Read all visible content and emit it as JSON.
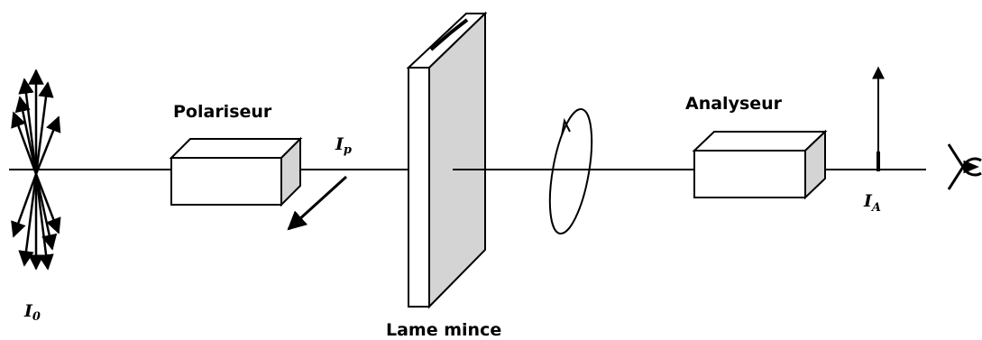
{
  "labels": {
    "polariseur": "Polariseur",
    "analyseur": "Analyseur",
    "lame": "Lame mince",
    "i0": {
      "symbol": "I",
      "sub": "0"
    },
    "ip": {
      "symbol": "I",
      "sub": "p"
    },
    "ia": {
      "symbol": "I",
      "sub": "A"
    }
  }
}
